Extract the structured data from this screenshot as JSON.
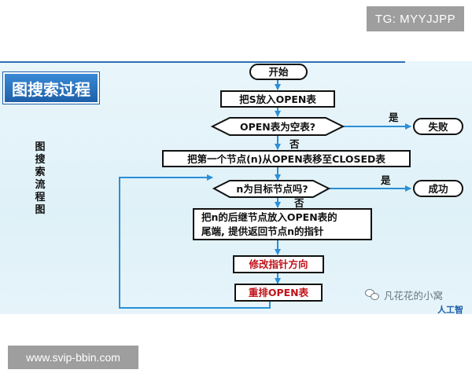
{
  "overlay": {
    "tg_badge": "TG: MYYJJPP",
    "url_badge": "www.svip-bbin.com"
  },
  "slide": {
    "title": "图搜索过程",
    "side_label": "图搜索流程图",
    "watermark": "凡花花的小窝",
    "corner_text": "人工智"
  },
  "flowchart": {
    "start": "开始",
    "put_s_open": "把S放入OPEN表",
    "q_open_empty": "OPEN表为空表?",
    "fail": "失败",
    "take_first": "把第一个节点(n)从OPEN表移至CLOSED表",
    "q_is_goal": "n为目标节点吗?",
    "success": "成功",
    "expand_line1": "把n的后继节点放入OPEN表的",
    "expand_line2": "尾端, 提供返回节点n的指针",
    "modify_ptr": "修改指针方向",
    "reorder_open": "重排OPEN表",
    "yes": "是",
    "no": "否"
  },
  "colors": {
    "slide_bg": "#e2f3f9",
    "title_bg": "#1e5fa8",
    "arrow": "#2a8fd6",
    "red_text": "#c0121a"
  }
}
